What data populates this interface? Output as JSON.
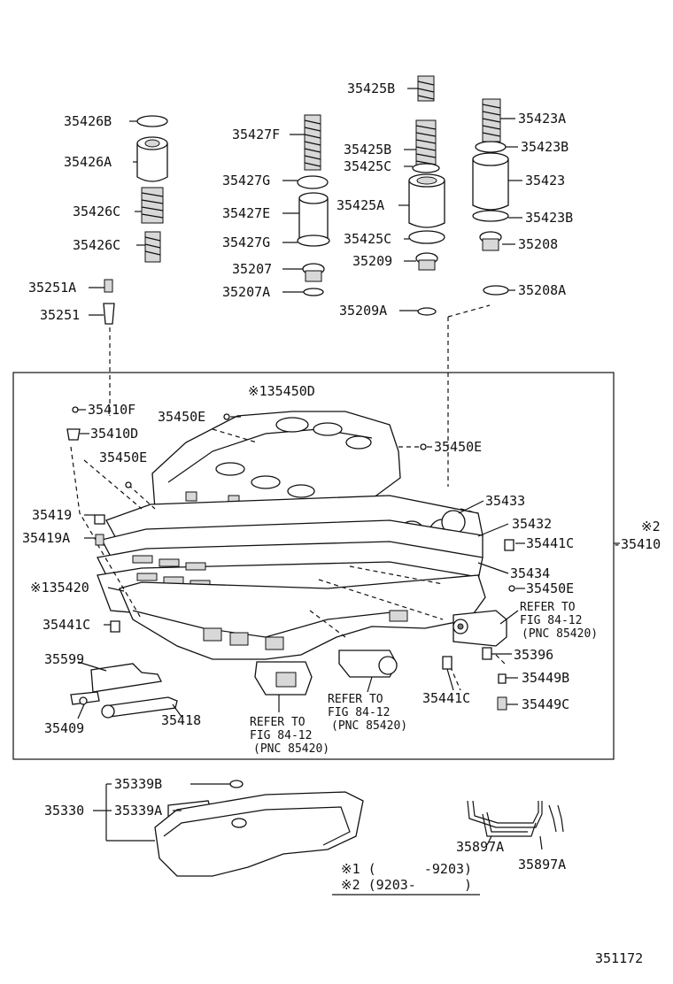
{
  "diagram_id": "351172",
  "labels": {
    "p35426B": "35426B",
    "p35426A": "35426A",
    "p35426C1": "35426C",
    "p35426C2": "35426C",
    "p35427F": "35427F",
    "p35427G1": "35427G",
    "p35427E": "35427E",
    "p35427G2": "35427G",
    "p35207": "35207",
    "p35207A": "35207A",
    "p35425B1": "35425B",
    "p35425B2": "35425B",
    "p35425C1": "35425C",
    "p35425A": "35425A",
    "p35425C2": "35425C",
    "p35209": "35209",
    "p35209A": "35209A",
    "p35423A": "35423A",
    "p35423B1": "35423B",
    "p35423": "35423",
    "p35423B2": "35423B",
    "p35208": "35208",
    "p35208A": "35208A",
    "p35251A": "35251A",
    "p35251": "35251",
    "p135450D": "※135450D",
    "p35410F": "35410F",
    "p35450E1": "35450E",
    "p35410D": "35410D",
    "p35450E2": "35450E",
    "p35450E3": "35450E",
    "p35433": "35433",
    "p35432": "35432",
    "p35441C1": "35441C",
    "p35434": "35434",
    "p35450E4": "35450E",
    "p35419": "35419",
    "p35419A": "35419A",
    "p135420": "※135420",
    "p35441C2": "35441C",
    "p35599": "35599",
    "p35409": "35409",
    "p35418": "35418",
    "p35396": "35396",
    "p35441C3": "35441C",
    "p35449B": "35449B",
    "p35449C": "35449C",
    "p2mark": "※2",
    "p35410": "-35410",
    "p35339B": "35339B",
    "p35330": "35330",
    "p35339A": "35339A",
    "p35897A1": "35897A",
    "p35897A2": "35897A"
  },
  "refer": {
    "r1a": "REFER TO",
    "r1b": "FIG 84-12",
    "r1c": "(PNC 85420)",
    "r2a": "REFER TO",
    "r2b": "FIG 84-12",
    "r2c": "(PNC 85420)",
    "r3a": "REFER TO",
    "r3b": "FIG 84-12",
    "r3c": "(PNC 85420)"
  },
  "notes": {
    "n1": "※1 (      -9203)",
    "n2": "※2 (9203-      )"
  }
}
